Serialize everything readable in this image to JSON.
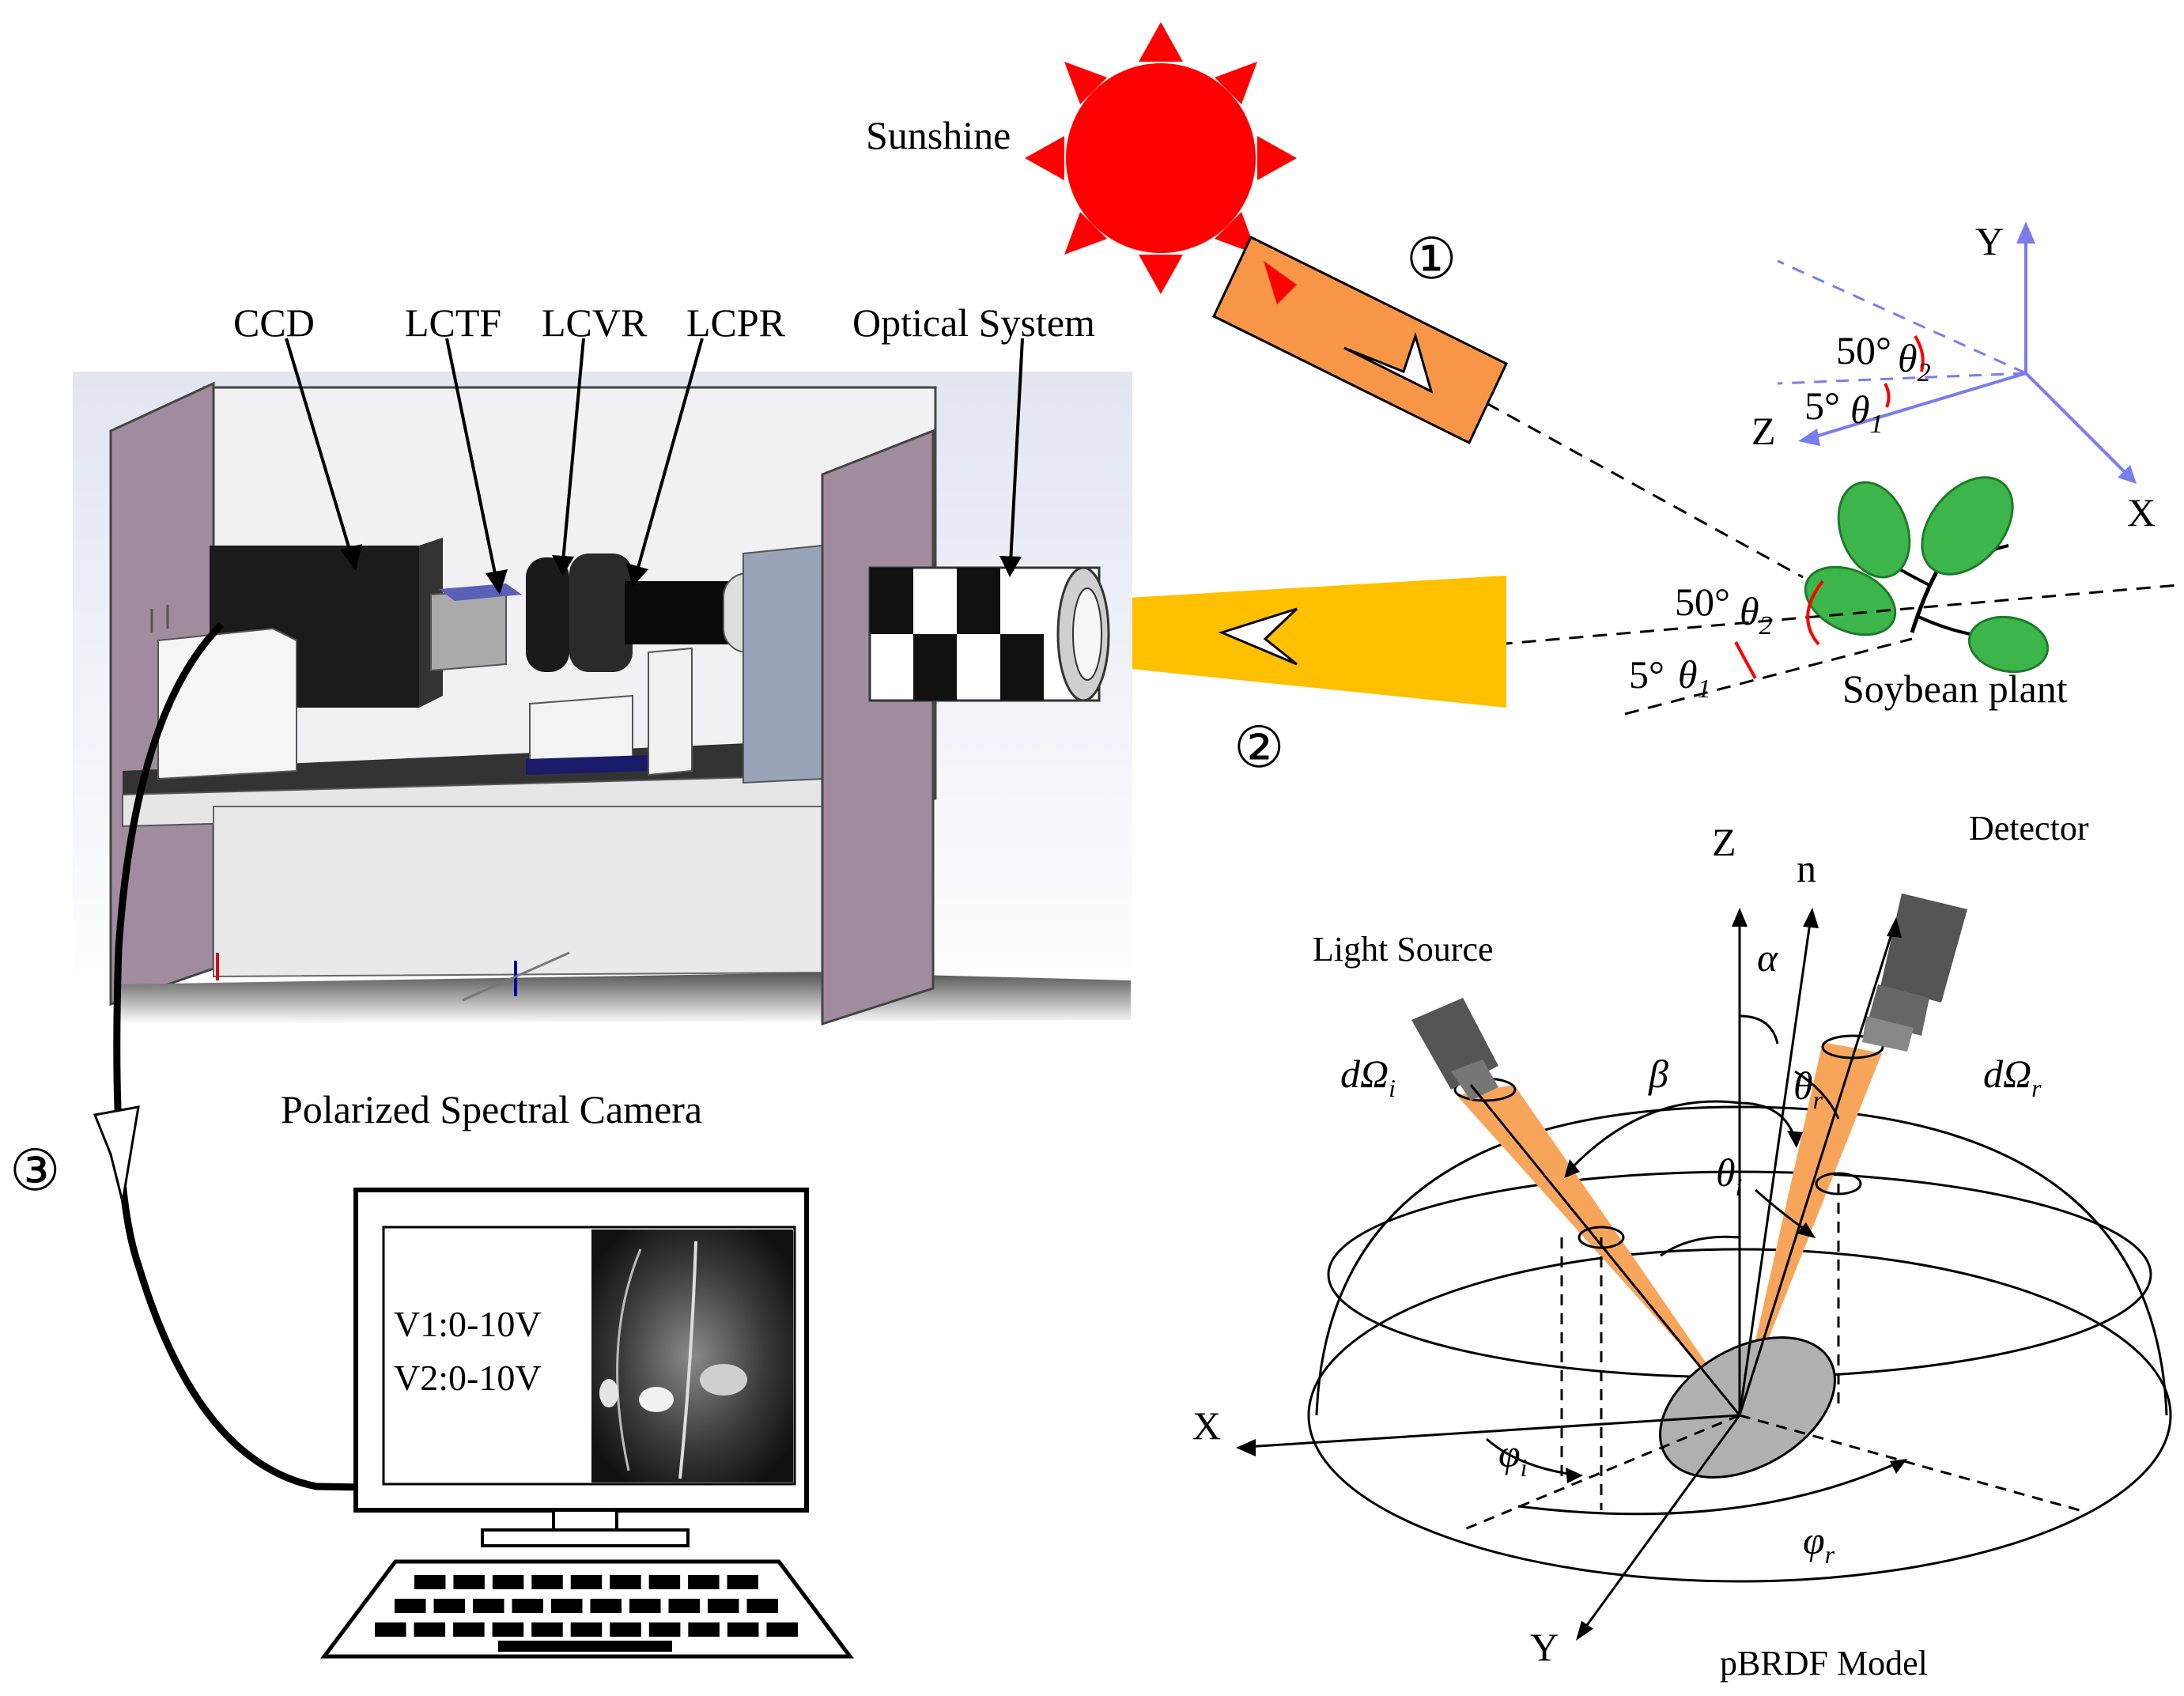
{
  "labels": {
    "sunshine": "Sunshine",
    "ccd": "CCD",
    "lctf": "LCTF",
    "lcvr": "LCVR",
    "lcpr": "LCPR",
    "optical_system": "Optical System",
    "polarized_camera": "Polarized Spectral Camera",
    "soybean_plant": "Soybean plant",
    "step1": "①",
    "step2": "②",
    "step3": "③",
    "angle_50_left": "50°",
    "angle_5_left": "5°",
    "theta2": "θ",
    "theta2_sub": "2",
    "theta1": "θ",
    "theta1_sub": "1",
    "axis_y_top": "Y",
    "axis_z_top": "Z",
    "axis_x_top": "X",
    "angle_50_top": "50°",
    "angle_5_top": "5°",
    "detector": "Detector",
    "light_source": "Light Source",
    "axis_z_brdf": "Z",
    "normal_n": "n",
    "alpha": "α",
    "beta": "β",
    "theta_r": "θ",
    "theta_r_sub": "r",
    "theta_i": "θ",
    "theta_i_sub": "i",
    "d_omega_i": "dΩ",
    "d_omega_i_sub": "i",
    "d_omega_r": "dΩ",
    "d_omega_r_sub": "r",
    "axis_x_brdf": "X",
    "axis_y_brdf": "Y",
    "phi_i": "φ",
    "phi_i_sub": "i",
    "phi_r": "φ",
    "phi_r_sub": "r",
    "pbrdf_model": "pBRDF Model",
    "screen_v1": "V1:0-10V",
    "screen_v2": "V2:0-10V"
  },
  "colors": {
    "sun": "#ff0000",
    "beam_orange": "#f79646",
    "light_yellow": "#ffc000",
    "cone_orange": "#f8a55c",
    "panel_purple": "#a08c9e",
    "leaf_green": "#3cb54a",
    "axis_blue": "#7a7cf0",
    "angle_red": "#ff0000"
  }
}
